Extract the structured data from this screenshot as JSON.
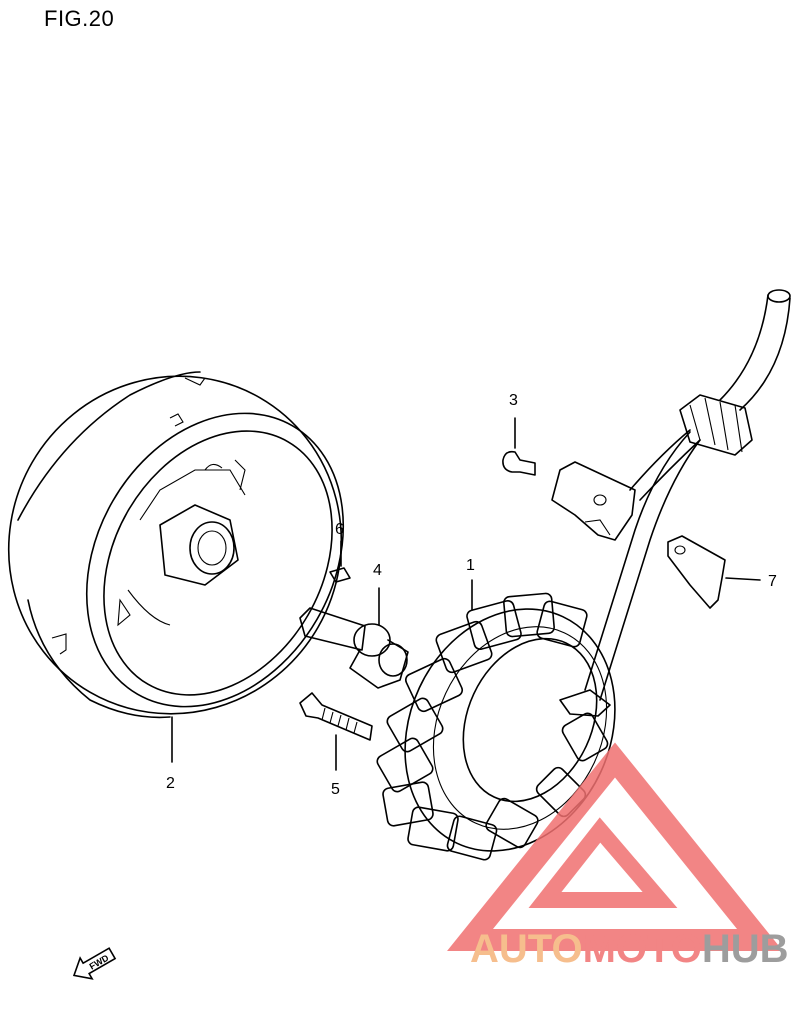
{
  "figure": {
    "title": "FIG.20"
  },
  "callouts": [
    {
      "id": "1",
      "label": "1"
    },
    {
      "id": "2",
      "label": "2"
    },
    {
      "id": "3",
      "label": "3"
    },
    {
      "id": "4",
      "label": "4"
    },
    {
      "id": "5",
      "label": "5"
    },
    {
      "id": "6",
      "label": "6"
    },
    {
      "id": "7",
      "label": "7"
    }
  ],
  "fwd_arrow": {
    "label": "FWD",
    "icon": "fwd-arrow-icon"
  },
  "watermark": {
    "part1": "AUTO",
    "part2": "MOTO",
    "part3": "HUB",
    "color_light": "#f5b37a",
    "color_mid": "#f07070",
    "color_dark": "#8c8c8c"
  }
}
